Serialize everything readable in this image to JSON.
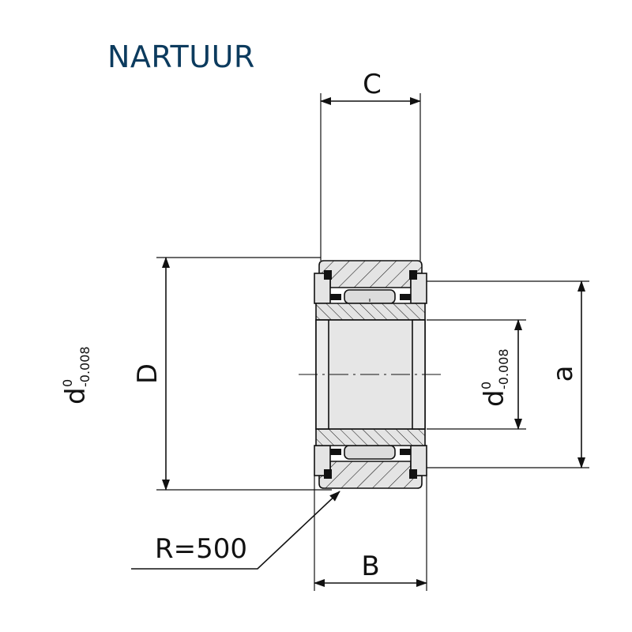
{
  "title": "NARTUUR",
  "colors": {
    "title": "#0c3b5e",
    "line": "#111111",
    "steel": "#e4e4e4",
    "roller": "#dcdcdc"
  },
  "labels": {
    "C": "C",
    "D": "D",
    "a": "a",
    "B": "B",
    "radius": "R=500",
    "d_left": "d",
    "d_inner": "d",
    "tol_upper": "0",
    "tol_lower": "-0.008"
  }
}
